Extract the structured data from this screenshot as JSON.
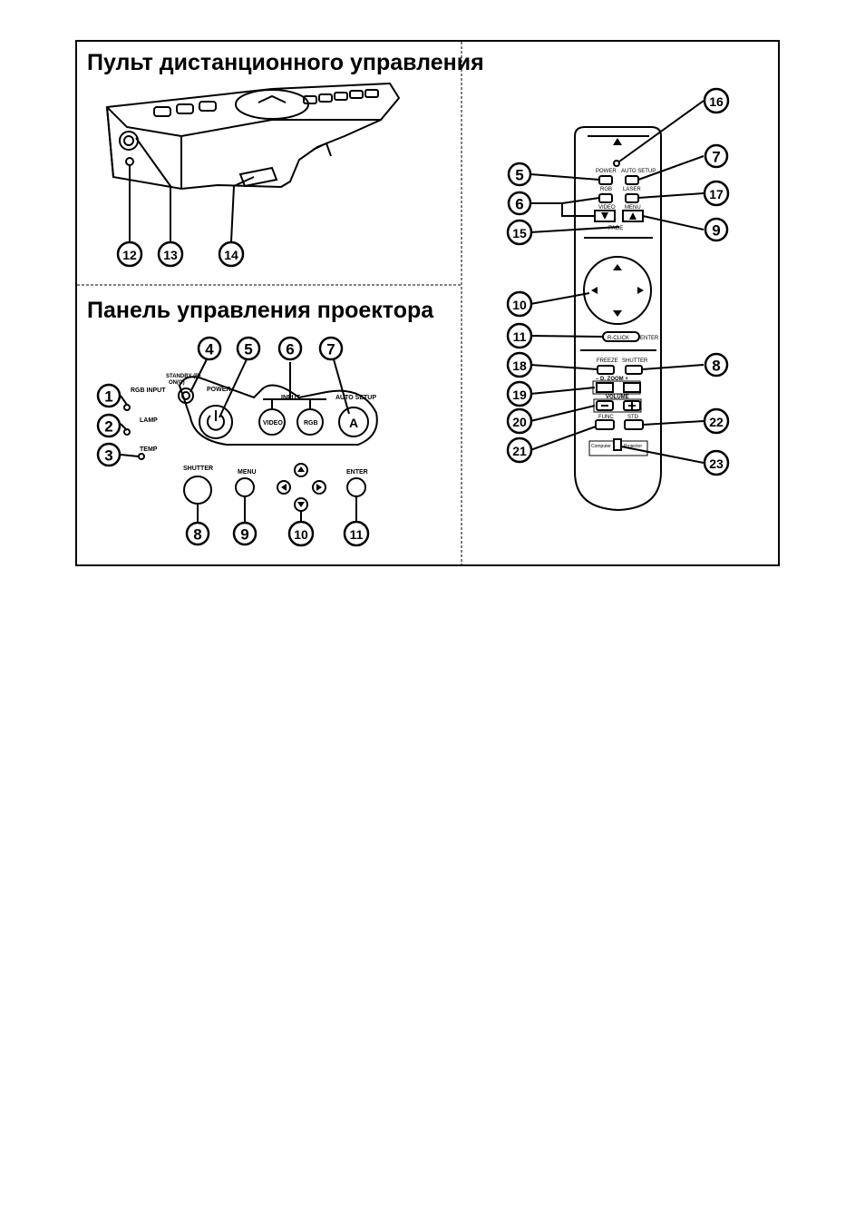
{
  "titles": {
    "remote": "Пульт дистанционного управления",
    "panel": "Панель управления проектора"
  },
  "panel_labels": {
    "rgb_input": "RGB INPUT",
    "lamp": "LAMP",
    "temp": "TEMP",
    "standby_1": "STANDBY (R)",
    "standby_2": "ON(G)",
    "power": "POWER",
    "input": "INPUT",
    "auto_setup": "AUTO SETUP",
    "video_btn": "VIDEO",
    "rgb_btn": "RGB",
    "auto_btn": "A",
    "shutter": "SHUTTER",
    "menu": "MENU",
    "enter": "ENTER"
  },
  "remote_labels": {
    "power": "POWER",
    "auto_setup": "AUTO SETUP",
    "rgb": "RGB",
    "laser": "LASER",
    "video": "VIDEO",
    "menu": "MENU",
    "page": "PAGE",
    "r_click": "R-CLICK",
    "enter": "ENTER",
    "freeze": "FREEZE",
    "shutter": "SHUTTER",
    "d_zoom": "– D. ZOOM +",
    "volume": "VOLUME",
    "func": "FUNC",
    "std": "STD",
    "computer": "Computer",
    "projector": "Projector"
  },
  "callouts": {
    "n1": "1",
    "n2": "2",
    "n3": "3",
    "n4": "4",
    "n5": "5",
    "n6": "6",
    "n7": "7",
    "n8": "8",
    "n9": "9",
    "n10": "10",
    "n11": "11",
    "n12": "12",
    "n13": "13",
    "n14": "14",
    "n15": "15",
    "n16": "16",
    "n17": "17",
    "n18": "18",
    "n19": "19",
    "n20": "20",
    "n21": "21",
    "n22": "22",
    "n23": "23"
  }
}
